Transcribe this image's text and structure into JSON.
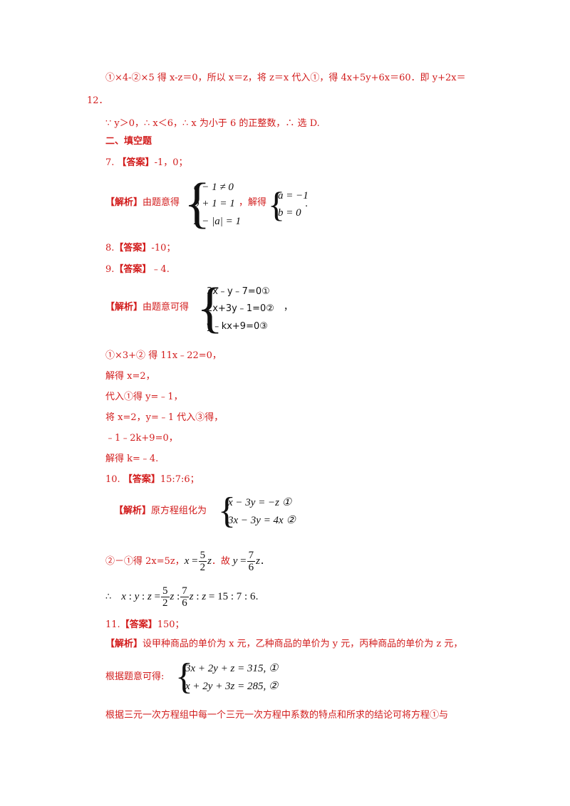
{
  "lines": {
    "l1": "①×4-②×5 得 x-z＝0，所以 x＝z，将 z＝x 代入①，得 4x+5y+6x＝60．即 y+2x＝",
    "l2": "12．",
    "l3": "∵  y＞0，∴  x＜6，∴  x 为小于 6 的正整数，∴  选 D.",
    "section": "二、填空题",
    "q7_num": "7. ",
    "q8_num": "8.",
    "q9_num": "9.",
    "q10_num": "10.  ",
    "q11_num": "11.",
    "answer_tag": "【答案】",
    "analysis_tag": "【解析】",
    "q7_ans": "-1，0；",
    "q7_text": "由题意得",
    "q7_text2": "，解得",
    "q7_sys": [
      "a − 1 ≠ 0",
      "b + 1 = 1",
      "2 − |a| = 1"
    ],
    "q7_sol": [
      "a = −1",
      "b = 0"
    ],
    "q8_ans": "-10；",
    "q9_ans": "﹣4.",
    "q9_text": "由题意可得",
    "q9_sys": [
      "3x﹣y﹣7=0①",
      "2x+3y﹣1=0②",
      "y﹣kx+9=0③"
    ],
    "q9_s1": "①×3+② 得 11x﹣22=0，",
    "q9_s2": "解得 x=2，",
    "q9_s3": "代入①得 y=﹣1，",
    "q9_s4": "将 x=2，y=﹣1 代入③得，",
    "q9_s5": "﹣1﹣2k+9=0，",
    "q9_s6": "解得 k=﹣4.",
    "q10_ans": "15:7:6；",
    "q10_text": "原方程组化为",
    "q10_sys": [
      "x − 3y = −z   ①",
      "3x − 3y = 4x  ②"
    ],
    "q10_s1a": "②－①得 2x=5z，",
    "q10_s1b": "．故",
    "q10_s1c": "．",
    "q10_frac1": {
      "num": "5",
      "den": "2"
    },
    "q10_frac2": {
      "num": "7",
      "den": "6"
    },
    "q10_therefore": "∴",
    "q10_ratio_end": "= 15 : 7 : 6",
    "q11_ans": "150；",
    "q11_text": "设甲种商品的单价为 x 元，乙种商品的单价为 y 元，丙种商品的单价为 z 元，",
    "q11_text2": "根据题意可得:",
    "q11_sys": [
      "3x + 2y + z = 315, ①",
      "x + 2y + 3z = 285, ②"
    ],
    "q11_last": "根据三元一次方程组中每一个三元一次方程中系数的特点和所求的结论可将方程①与"
  },
  "colors": {
    "answer_red": "#d21c1c",
    "text_black": "#111111"
  }
}
